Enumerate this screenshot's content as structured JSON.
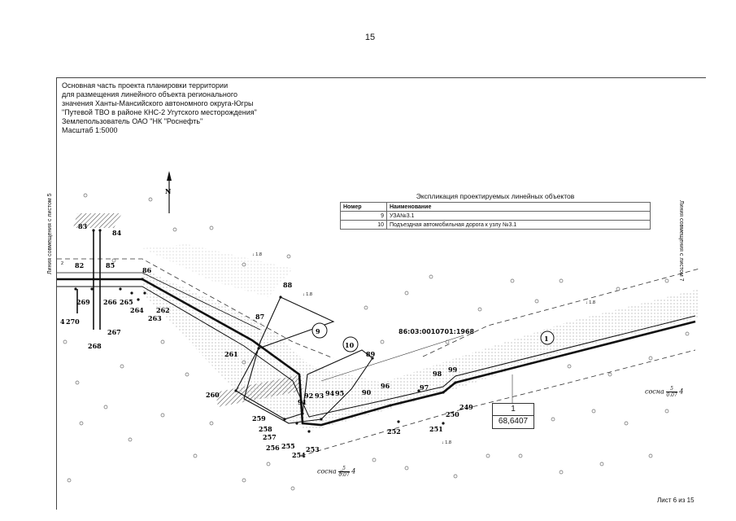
{
  "page_number": "15",
  "title_block": {
    "lines": [
      "Основная часть проекта планировки территории",
      "для размещения линейного объекта регионального",
      "значения Ханты-Мансийского автономного округа-Югры",
      " \"Путевой ТВО в районе КНС-2 Угутского месторождения\"",
      "Землепользователь ОАО \"НК \"Роснефть\"",
      "Масштаб 1:5000"
    ]
  },
  "north_arrow_label": "N",
  "side_labels": {
    "left": "Линия совмещения с листом 5",
    "right": "Линия совмещения с листом 7"
  },
  "explication": {
    "title": "Экспликация проектируемых линейных объектов",
    "headers": [
      "Номер",
      "Наименование"
    ],
    "rows": [
      {
        "num": "9",
        "name": "УЗА№3.1"
      },
      {
        "num": "10",
        "name": "Подъездная автомобильная дорога к узлу №3.1"
      }
    ]
  },
  "parcel_cadastral": "86:03:0010701:1968",
  "area_box": {
    "number": "1",
    "value": "68,6407"
  },
  "circle_labels": [
    "9",
    "10",
    "1"
  ],
  "forest_labels": [
    {
      "species": "сосна",
      "num": "5",
      "den": "0.07",
      "suffix": "4"
    },
    {
      "species": "сосна",
      "num": "5",
      "den": "0.07",
      "suffix": "4"
    }
  ],
  "elevation_marks": [
    "↓ 1.8",
    "↓ 1.8",
    "↓ 1.8",
    "↓ 1.8"
  ],
  "point_labels": [
    "83",
    "84",
    "82",
    "85",
    "86",
    "88",
    "87",
    "269",
    "266",
    "265",
    "264",
    "262",
    "263",
    "270",
    "267",
    "268",
    "261",
    "89",
    "96",
    "97",
    "98",
    "99",
    "260",
    "92",
    "93",
    "94",
    "95",
    "90",
    "91",
    "259",
    "258",
    "257",
    "256",
    "255",
    "254",
    "253",
    "252",
    "251",
    "250",
    "249"
  ],
  "left_edge_marks": [
    "2",
    "4"
  ],
  "sheet_label": "Лист 6 из 15"
}
